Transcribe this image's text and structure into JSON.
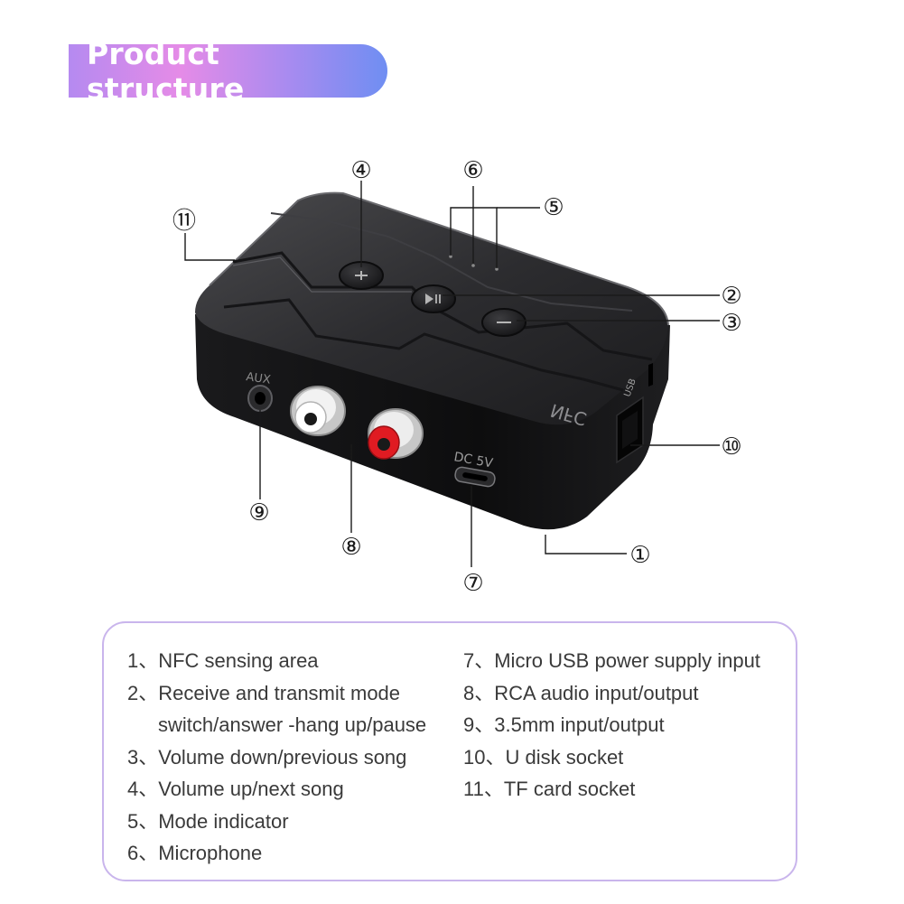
{
  "banner": {
    "title": "Product structure"
  },
  "diagram": {
    "device_labels": {
      "nfc": "NFC",
      "aux": "AUX",
      "dc": "DC 5V"
    },
    "callouts": {
      "c1": "①",
      "c2": "②",
      "c3": "③",
      "c4": "④",
      "c5": "⑤",
      "c6": "⑥",
      "c7": "⑦",
      "c8": "⑧",
      "c9": "⑨",
      "c10": "⑩",
      "c11": "⑪"
    }
  },
  "legend": {
    "left": [
      {
        "text": "1、NFC sensing area"
      },
      {
        "text": "2、Receive and transmit mode",
        "cont": "switch/answer -hang up/pause"
      },
      {
        "text": "3、Volume down/previous song"
      },
      {
        "text": "4、Volume up/next song"
      },
      {
        "text": "5、Mode indicator"
      },
      {
        "text": "6、Microphone"
      }
    ],
    "right": [
      {
        "text": "7、Micro USB power supply input"
      },
      {
        "text": "8、RCA audio input/output"
      },
      {
        "text": "9、3.5mm input/output"
      },
      {
        "text": "10、U disk socket"
      },
      {
        "text": "11、TF card socket"
      }
    ]
  }
}
